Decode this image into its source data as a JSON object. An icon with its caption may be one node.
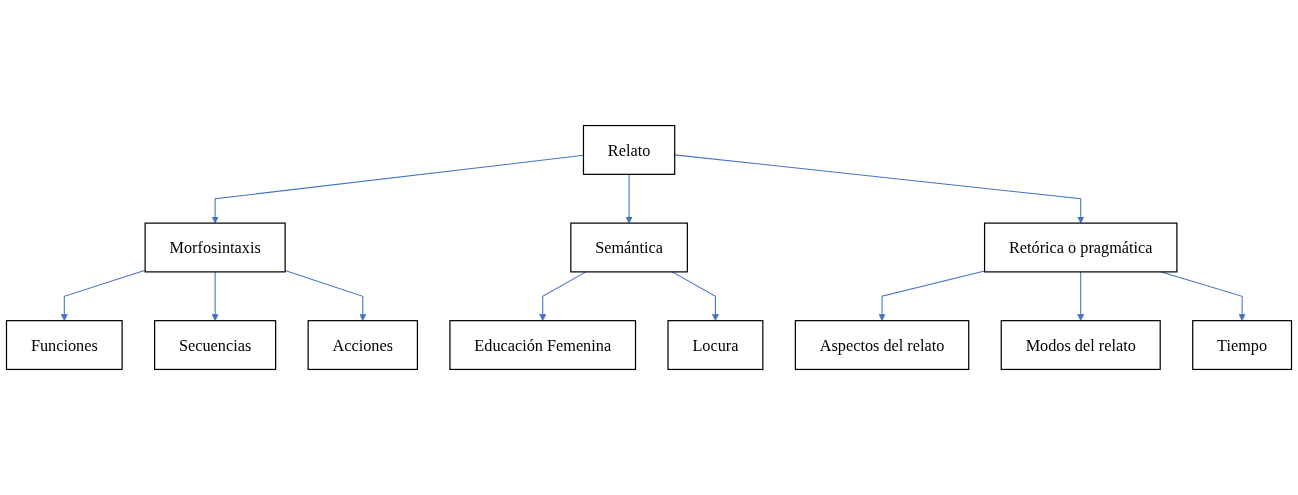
{
  "diagram": {
    "nodes": [
      {
        "text": [
          "Relato"
        ]
      },
      {
        "text": [
          "Morfosintaxis"
        ]
      },
      {
        "text": [
          "Semántica"
        ]
      },
      {
        "text": [
          "Retórica o pragmática"
        ]
      },
      {
        "text": [
          "Funciones"
        ]
      },
      {
        "text": [
          "Secuencias"
        ]
      },
      {
        "text": [
          "Acciones"
        ]
      },
      {
        "text": [
          "Educación Femenina"
        ]
      },
      {
        "text": [
          "Locura"
        ]
      },
      {
        "text": [
          "Aspectos del relato"
        ]
      },
      {
        "text": [
          "Modos del relato"
        ]
      },
      {
        "text": [
          "Tiempo"
        ]
      }
    ],
    "edges": [
      {
        "from": 0,
        "to": 1,
        "arrow": "to"
      },
      {
        "from": 0,
        "to": 2,
        "arrow": "to"
      },
      {
        "from": 0,
        "to": 3,
        "arrow": "to"
      },
      {
        "from": 1,
        "to": 4,
        "arrow": "to"
      },
      {
        "from": 1,
        "to": 5,
        "arrow": "to"
      },
      {
        "from": 1,
        "to": 6,
        "arrow": "to"
      },
      {
        "from": 2,
        "to": 7,
        "arrow": "to"
      },
      {
        "from": 2,
        "to": 8,
        "arrow": "to"
      },
      {
        "from": 3,
        "to": 9,
        "arrow": "to"
      },
      {
        "from": 3,
        "to": 10,
        "arrow": "to"
      },
      {
        "from": 3,
        "to": 11,
        "arrow": "to"
      }
    ]
  }
}
